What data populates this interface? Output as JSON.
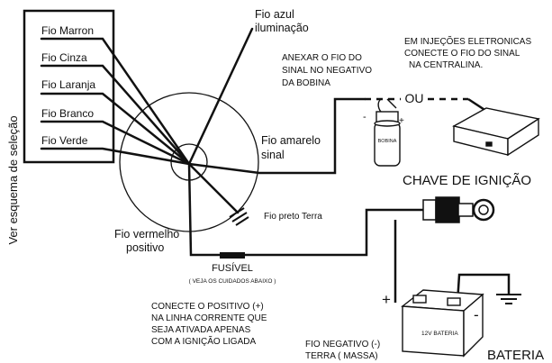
{
  "side_label": "Ver esquema de seleção",
  "wire_labels": {
    "marron": "Fio Marron",
    "cinza": "Fio Cinza",
    "laranja": "Fio Laranja",
    "branco": "Fio Branco",
    "verde": "Fio Verde"
  },
  "fio_azul": [
    "Fio azul",
    "iluminação"
  ],
  "anexar_note": [
    "ANEXAR O FIO DO",
    "SINAL NO NEGATIVO",
    "DA BOBINA"
  ],
  "injecao_note": [
    "EM INJEÇÕES ELETRONICAS",
    "CONECTE O    FIO DO SINAL",
    "NA CENTRALINA."
  ],
  "ou_label": "OU",
  "bobina_label": "BOBINA",
  "bobina_minus": "-",
  "bobina_plus": "+",
  "fio_amarelo": [
    "Fio amarelo",
    "sinal"
  ],
  "chave_label": "CHAVE DE IGNIÇÃO",
  "fio_preto": "Fio preto Terra",
  "fio_vermelho": [
    "Fio vermelho",
    "positivo"
  ],
  "fusivel_label": "FUSÍVEL",
  "fusivel_note": "( VEJA OS CUIDADOS ABAIXO )",
  "positivo_note": [
    "CONECTE O POSITIVO (+)",
    "NA LINHA CORRENTE QUE",
    "SEJA ATIVADA APENAS",
    "COM A IGNIÇÃO LIGADA"
  ],
  "bateria_plus": "+",
  "bateria_minus": "-",
  "bateria_inner": "12V BATERIA",
  "negativo_note": [
    "FIO NEGATIVO (-)",
    "TERRA ( MASSA)"
  ],
  "bateria_label": "BATERIA",
  "colors": {
    "ink": "#111111",
    "background": "#ffffff"
  }
}
